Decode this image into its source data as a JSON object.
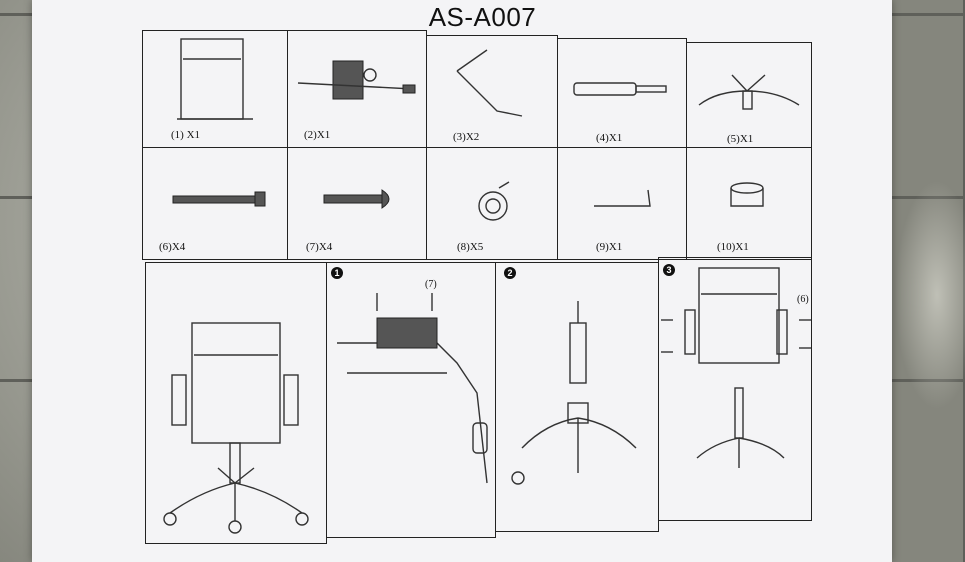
{
  "title": "AS-A007",
  "parts": [
    {
      "label": "(1) X1",
      "icon": "chair-back-icon"
    },
    {
      "label": "(2)X1",
      "icon": "seat-mechanism-icon"
    },
    {
      "label": "(3)X2",
      "icon": "armrest-icon"
    },
    {
      "label": "(4)X1",
      "icon": "gas-cylinder-icon"
    },
    {
      "label": "(5)X1",
      "icon": "star-base-icon"
    },
    {
      "label": "(6)X4",
      "icon": "long-screw-icon"
    },
    {
      "label": "(7)X4",
      "icon": "short-bolt-icon"
    },
    {
      "label": "(8)X5",
      "icon": "caster-wheel-icon"
    },
    {
      "label": "(9)X1",
      "icon": "allen-key-icon"
    },
    {
      "label": "(10)X1",
      "icon": "cylinder-cover-icon"
    }
  ],
  "steps": [
    {
      "number": "1",
      "callout": "(7)"
    },
    {
      "number": "2",
      "callout": ""
    },
    {
      "number": "3",
      "callout": "(6)"
    }
  ]
}
